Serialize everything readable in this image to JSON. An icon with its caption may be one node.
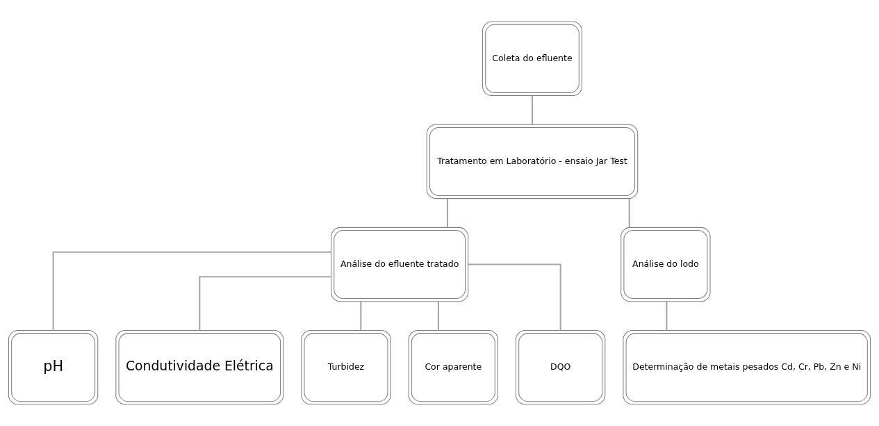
{
  "diagram": {
    "nodes": [
      {
        "text": [
          "Coleta do efluente"
        ]
      },
      {
        "text": [
          "Tratamento em Laboratório - ensaio Jar Test"
        ]
      },
      {
        "text": [
          "Análise do efluente tratado"
        ]
      },
      {
        "text": [
          "Análise do lodo"
        ]
      },
      {
        "text": [
          "pH"
        ]
      },
      {
        "text": [
          "Condutividade Elétrica"
        ]
      },
      {
        "text": [
          "Turbidez"
        ]
      },
      {
        "text": [
          "Cor aparente"
        ]
      },
      {
        "text": [
          "DQO"
        ]
      },
      {
        "text": [
          "Determinação de metais pesados Cd, Cr, Pb, Zn e Ni"
        ]
      }
    ],
    "edges": [
      {
        "from": 0,
        "to": 1,
        "arrow": "none"
      },
      {
        "from": 1,
        "to": 2,
        "arrow": "none"
      },
      {
        "from": 1,
        "to": 3,
        "arrow": "none"
      },
      {
        "from": 2,
        "to": 4,
        "arrow": "none"
      },
      {
        "from": 2,
        "to": 5,
        "arrow": "none"
      },
      {
        "from": 2,
        "to": 6,
        "arrow": "none"
      },
      {
        "from": 2,
        "to": 7,
        "arrow": "none"
      },
      {
        "from": 2,
        "to": 8,
        "arrow": "none"
      },
      {
        "from": 3,
        "to": 9,
        "arrow": "none"
      }
    ]
  }
}
